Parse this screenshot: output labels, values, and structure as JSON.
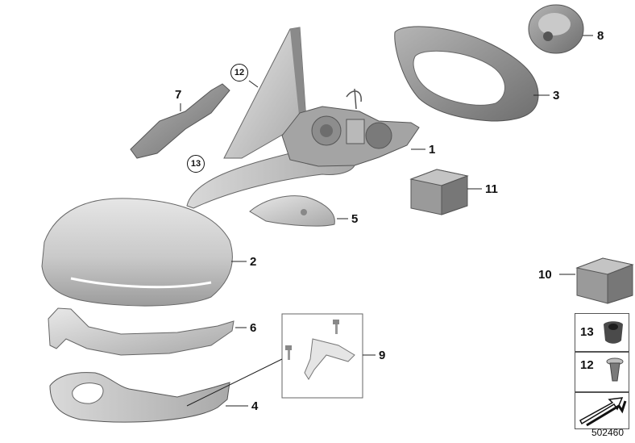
{
  "callouts": {
    "p1": "1",
    "p2": "2",
    "p3": "3",
    "p4": "4",
    "p5": "5",
    "p6": "6",
    "p7": "7",
    "p8": "8",
    "p9": "9",
    "p10": "10",
    "p11": "11",
    "p12": "12",
    "p13": "13"
  },
  "legend": {
    "item13": "13",
    "item12": "12"
  },
  "diagram_id": "502460"
}
